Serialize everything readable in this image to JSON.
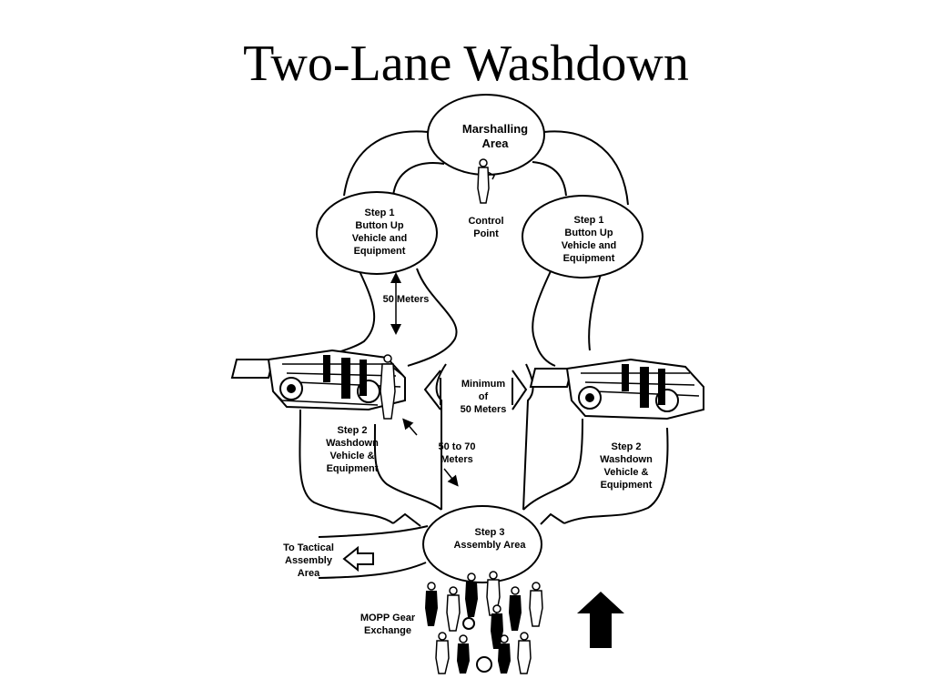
{
  "slide": {
    "title": "Two-Lane Washdown"
  },
  "nodes": {
    "marshalling": [
      "Marshalling",
      "Area"
    ],
    "step1_left": [
      "Step 1",
      "Button Up",
      "Vehicle and",
      "Equipment"
    ],
    "step1_right": [
      "Step 1",
      "Button Up",
      "Vehicle and",
      "Equipment"
    ],
    "step3": [
      "Step 3",
      "Assembly Area"
    ]
  },
  "labels": {
    "control_point": [
      "Control",
      "Point"
    ],
    "fifty_meters": "50 Meters",
    "minimum": [
      "Minimum",
      "of",
      "50 Meters"
    ],
    "step2_left": [
      "Step 2",
      "Washdown",
      "Vehicle &",
      "Equipment"
    ],
    "step2_right": [
      "Step 2",
      "Washdown",
      "Vehicle &",
      "Equipment"
    ],
    "fifty_to_seventy": [
      "50 to 70",
      "Meters"
    ],
    "tactical": [
      "To Tactical",
      "Assembly",
      "Area"
    ],
    "mopp": [
      "MOPP Gear",
      "Exchange"
    ]
  },
  "icons": {
    "soldier": "soldier-figure-icon",
    "vehicle": "military-vehicle-icon",
    "arrow_up": "up-arrow-icon",
    "arrow_left": "left-arrow-icon"
  }
}
